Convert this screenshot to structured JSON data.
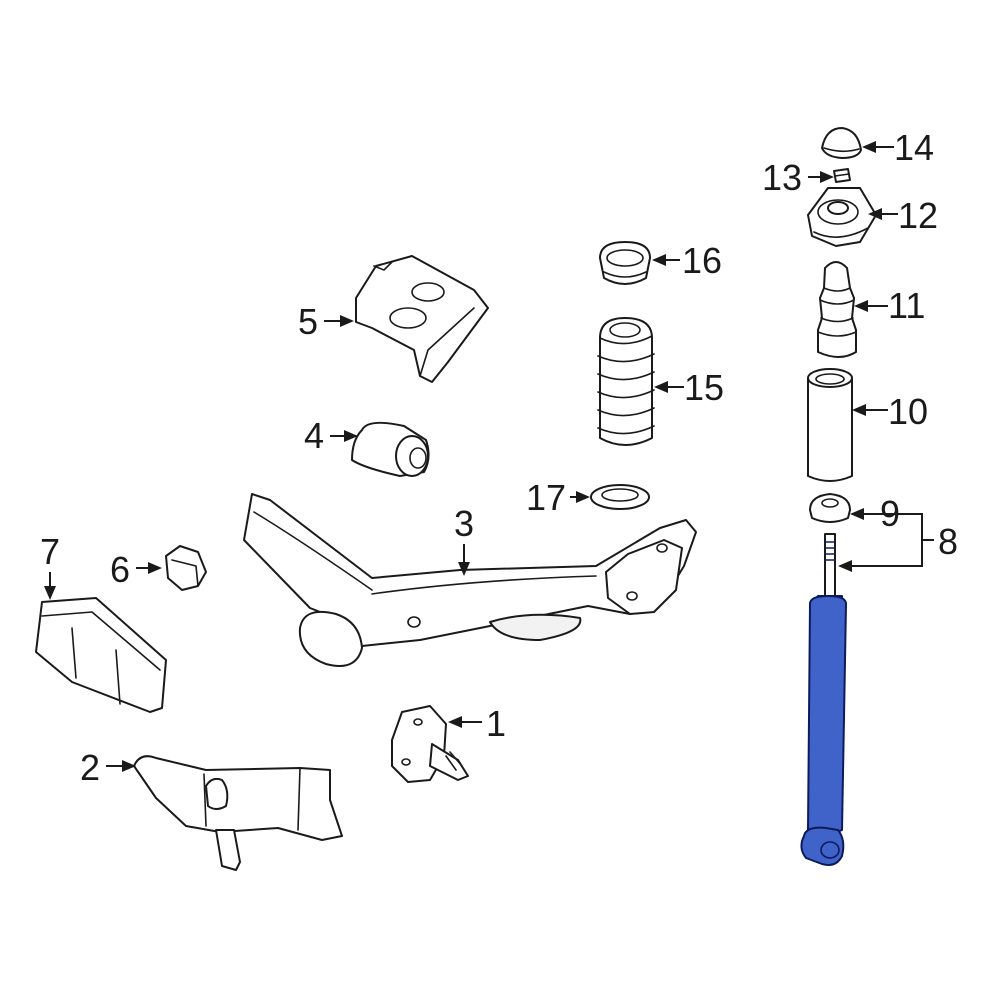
{
  "diagram": {
    "highlight_color": "#3f63c8",
    "callouts": {
      "c1": "1",
      "c2": "2",
      "c3": "3",
      "c4": "4",
      "c5": "5",
      "c6": "6",
      "c7": "7",
      "c8": "8",
      "c9": "9",
      "c10": "10",
      "c11": "11",
      "c12": "12",
      "c13": "13",
      "c14": "14",
      "c15": "15",
      "c16": "16",
      "c17": "17"
    },
    "highlighted_part": "8"
  }
}
